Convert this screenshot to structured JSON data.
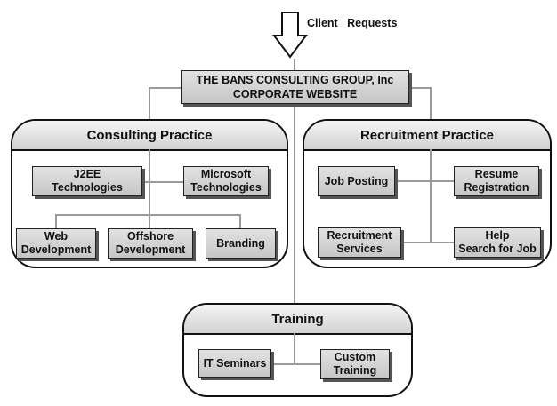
{
  "client_label": "Client   Requests",
  "header": {
    "line1": "THE BANS CONSULTING GROUP, Inc",
    "line2": "CORPORATE WEBSITE"
  },
  "consulting": {
    "title": "Consulting Practice",
    "j2ee": "J2EE\nTechnologies",
    "microsoft": "Microsoft\nTechnologies",
    "web": "Web\nDevelopment",
    "offshore": "Offshore\nDevelopment",
    "branding": "Branding"
  },
  "recruitment": {
    "title": "Recruitment Practice",
    "job_posting": "Job Posting",
    "resume": "Resume\nRegistration",
    "services": "Recruitment\nServices",
    "help": "Help\nSearch for Job"
  },
  "training": {
    "title": "Training",
    "it_seminars": "IT Seminars",
    "custom": "Custom\nTraining"
  }
}
